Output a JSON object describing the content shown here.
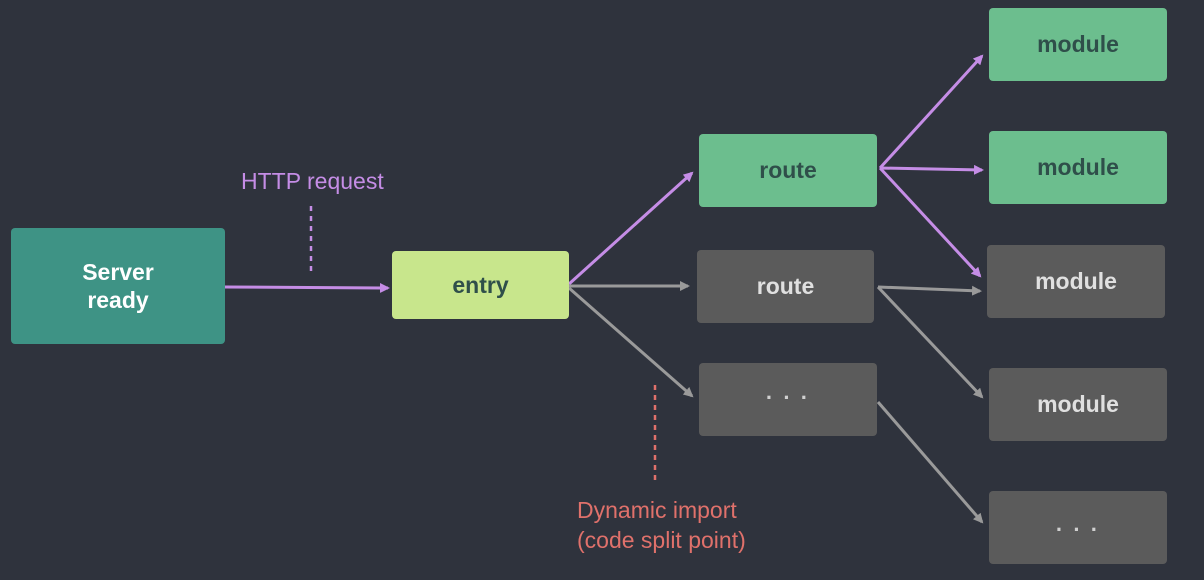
{
  "colors": {
    "background": "#2f333d",
    "server_node": "#3e9385",
    "entry_node": "#c8e68c",
    "loaded_node": "#6cbe8e",
    "pending_node": "#5b5b5b",
    "active_arrow": "#c58de6",
    "inactive_arrow": "#9a9a9a",
    "http_label": "#c58de6",
    "dynamic_import_label": "#e0716b"
  },
  "nodes": {
    "server": {
      "line1": "Server",
      "line2": "ready"
    },
    "entry": {
      "label": "entry"
    },
    "route_loaded": {
      "label": "route"
    },
    "route_pending": {
      "label": "route"
    },
    "route_more": {
      "label": "· · ·"
    },
    "module_1": {
      "label": "module"
    },
    "module_2": {
      "label": "module"
    },
    "module_3": {
      "label": "module"
    },
    "module_4": {
      "label": "module"
    },
    "module_more": {
      "label": "· · ·"
    }
  },
  "annotations": {
    "http_request": "HTTP request",
    "dynamic_import_line1": "Dynamic import",
    "dynamic_import_line2": "(code split point)"
  }
}
